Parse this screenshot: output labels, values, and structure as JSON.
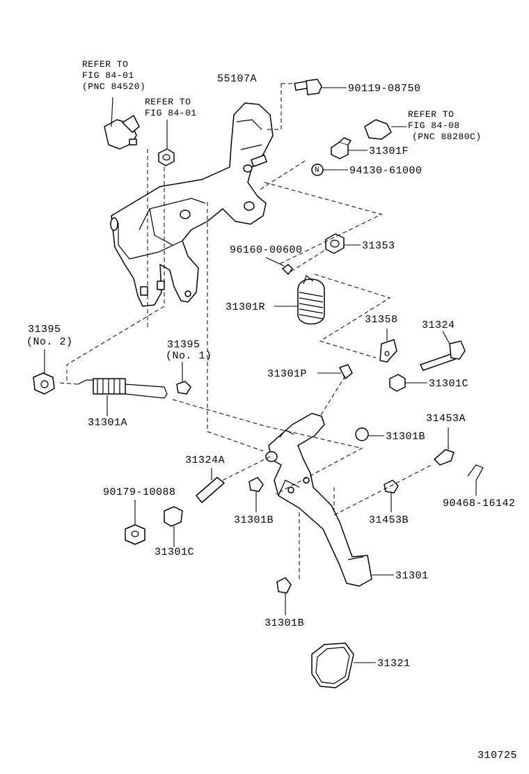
{
  "diagram": {
    "figure_number": "310725",
    "references": {
      "ref_84520_lines": [
        "REFER TO",
        "FIG 84-01",
        "(PNC 84520)"
      ],
      "ref_nut_lines": [
        "REFER TO",
        "FIG 84-01"
      ],
      "ref_88280_lines": [
        "REFER TO",
        "FIG 84-08",
        "(PNC 88280C)"
      ]
    },
    "parts": {
      "p55107A": "55107A",
      "p9011908750": "90119-08750",
      "p31301F": "31301F",
      "p9413061000": "94130-61000",
      "p9613000600": "96160-00600",
      "p31353": "31353",
      "p31301R": "31301R",
      "p31358": "31358",
      "p31324": "31324",
      "p31395_no2": "31395",
      "p31395_no2_note": "(No. 2)",
      "p31395_no1": "31395",
      "p31395_no1_note": "(No. 1)",
      "p31301P": "31301P",
      "p31301C_top": "31301C",
      "p31301A": "31301A",
      "p31453A": "31453A",
      "p31301B_right": "31301B",
      "p31324A": "31324A",
      "p9017910088": "90179-10088",
      "p9046816142": "90468-16142",
      "p31301B_mid": "31301B",
      "p31453B": "31453B",
      "p31301C_bottom": "31301C",
      "p31301": "31301",
      "p31301B_bottom": "31301B",
      "p31321": "31321",
      "n_marker": "N"
    }
  }
}
